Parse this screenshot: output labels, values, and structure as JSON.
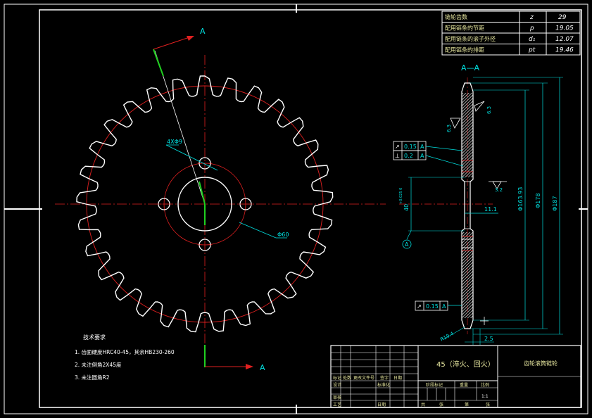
{
  "colors": {
    "background": "#000000",
    "border": "#ffffff",
    "profile": "#ffffff",
    "pitch_circle": "#e02020",
    "leader": "#00e0e0",
    "dimension": "#00e0e0",
    "section_arrow": "#e02020",
    "green_line": "#20d020",
    "hatch": "#e8e8e8",
    "title_text": "#ffffff",
    "material_text": "#e8e8a0"
  },
  "labels": {
    "section_a_top": "A",
    "section_a_bottom": "A",
    "section_view": "A—A",
    "hole_callout": "4XΦ9",
    "hub_diameter": "Φ60",
    "datum_a": "A"
  },
  "param_table": {
    "rows": [
      {
        "name": "链轮齿数",
        "symbol": "z",
        "value": "29"
      },
      {
        "name": "配用链条的节距",
        "symbol": "p",
        "value": "19.05"
      },
      {
        "name": "配用链条的滚子外径",
        "symbol": "d₁",
        "value": "12.07"
      },
      {
        "name": "配用链条的排距",
        "symbol": "pt",
        "value": "19.46"
      }
    ]
  },
  "tolerances": {
    "upper_1_symbol": "↗",
    "upper_1_value": "0.15",
    "upper_1_datum": "A",
    "upper_2_symbol": "⊥",
    "upper_2_value": "0.2",
    "upper_2_datum": "A",
    "lower_symbol": "↗",
    "lower_value": "0.15",
    "lower_datum": "A"
  },
  "dimensions": {
    "d1": "Φ163.93",
    "d2": "Φ178",
    "d3": "Φ187",
    "bore": "40",
    "bore_tol": "+0.025 0",
    "width": "11.1",
    "chamfer": "2.5",
    "fillet": "R19.4",
    "rough_1": "6.3",
    "rough_2": "6.3",
    "rough_3": "3.2"
  },
  "notes": {
    "heading": "技术要求",
    "items": [
      "1. 齿面硬度HRC40-45，其余HB230-260",
      "2. 未注倒角2X45度",
      "3. 未注圆角R2"
    ]
  },
  "title_block": {
    "material": "45（淬火、回火）",
    "part_name": "齿轮滚筒链轮",
    "cells": [
      "标记",
      "处数",
      "更改文件号",
      "签字",
      "日期",
      "设计",
      "标准化",
      "阶段标记",
      "重量",
      "比例",
      "审核",
      "工艺",
      "日期",
      "共",
      "张",
      "第",
      "张"
    ],
    "scale": "1:1"
  }
}
